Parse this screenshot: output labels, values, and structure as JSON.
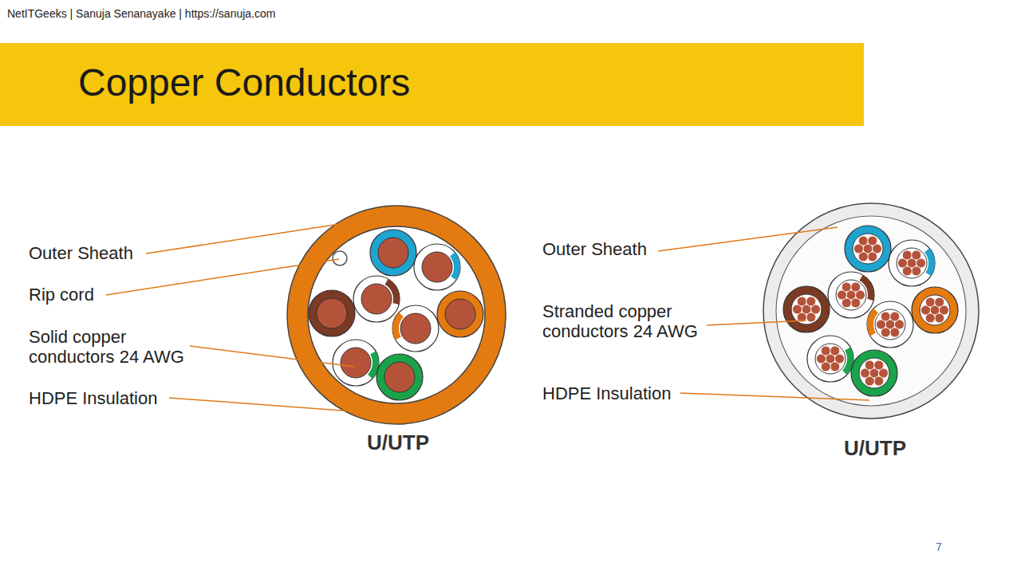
{
  "diagram": {
    "title": "Copper Conductors",
    "labels": [
      "NetITGeeks | Sanuja Senanayake | https://sanuja.com",
      "Outer Sheath",
      "Rip cord",
      "Solid copper conductors 24 AWG",
      "HDPE Insulation",
      "U/UTP",
      "Outer Sheath",
      "Stranded copper conductors 24 AWG",
      "HDPE Insulation",
      "U/UTP",
      "7"
    ]
  }
}
